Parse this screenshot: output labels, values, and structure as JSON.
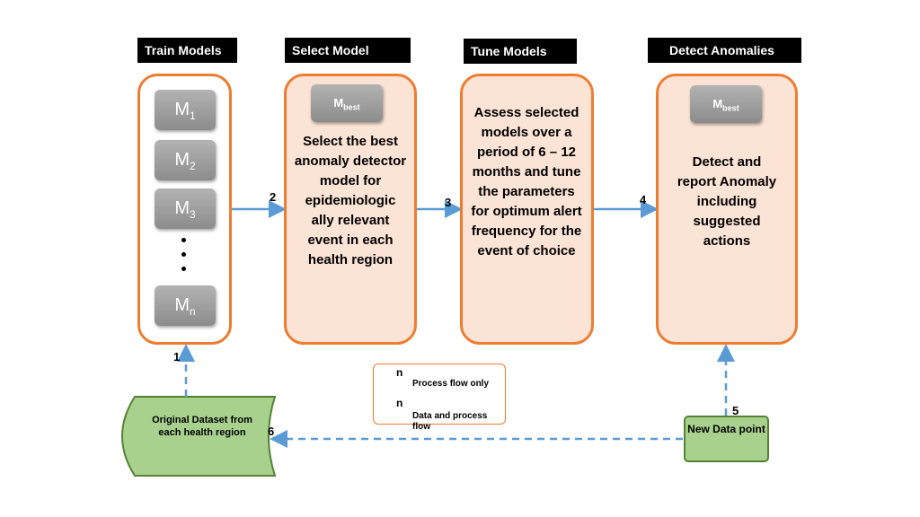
{
  "headers": {
    "train": "Train Models",
    "select": "Select Model",
    "tune": "Tune Models",
    "detect": "Detect Anomalies"
  },
  "models": {
    "m1": {
      "base": "M",
      "sub": "1"
    },
    "m2": {
      "base": "M",
      "sub": "2"
    },
    "m3": {
      "base": "M",
      "sub": "3"
    },
    "mn": {
      "base": "M",
      "sub": "n"
    }
  },
  "mbest": {
    "base": "M",
    "sub": "best"
  },
  "select_text": "Select the best anomaly detector model for epidemiologic ally relevant event in each health region",
  "tune_text": "Assess selected models over a period of 6 – 12 months and tune the parameters for optimum alert frequency for the event of choice",
  "detect_text": "Detect and report Anomaly including suggested actions",
  "steps": {
    "s1": "1",
    "s2": "2",
    "s3": "3",
    "s4": "4",
    "s5": "5",
    "s6": "6"
  },
  "legend": {
    "symbol": "n",
    "process_only": "Process flow only",
    "data_and_process": "Data and process flow"
  },
  "new_data_point": "New Data point",
  "dataset": "Original Dataset from each health region",
  "colors": {
    "stage_border": "#ed7d31",
    "stage_fill": "#fbe3d5",
    "arrow": "#5b9bd5",
    "dataset_fill": "#a9d18e",
    "dataset_border": "#548235"
  }
}
